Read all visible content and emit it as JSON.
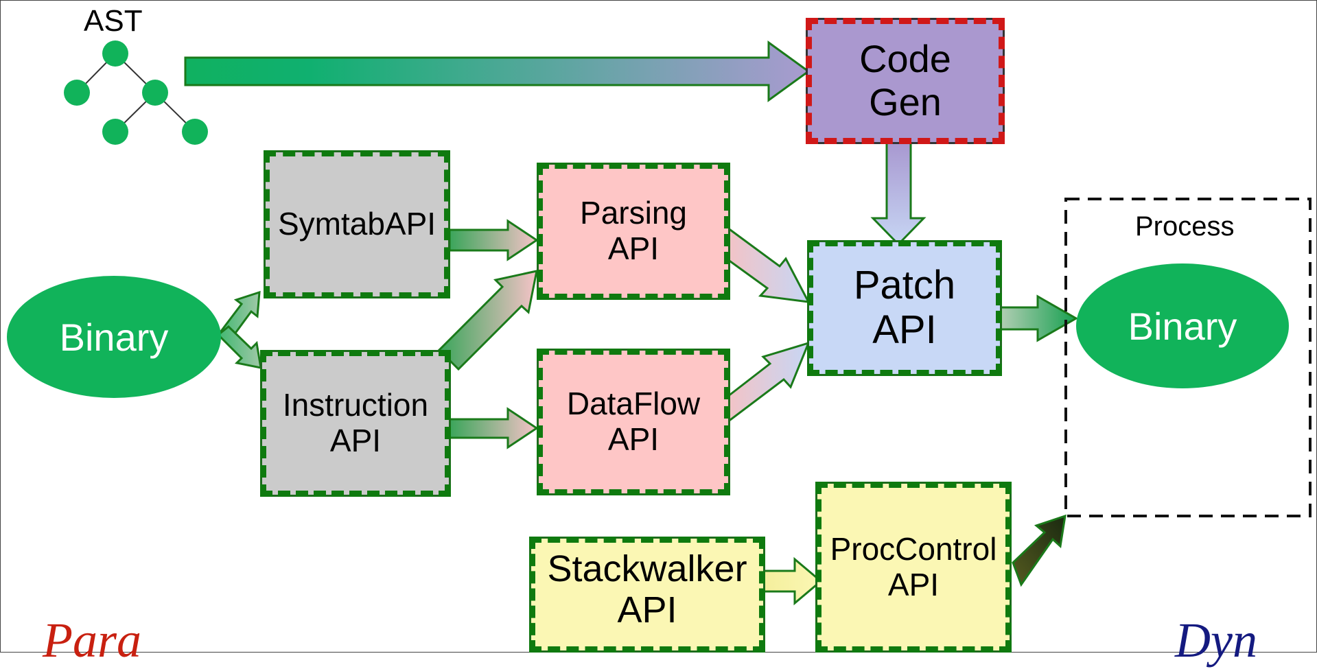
{
  "ast": {
    "label": "AST"
  },
  "nodes": {
    "symtab": "SymtabAPI",
    "instruction": [
      "Instruction",
      "API"
    ],
    "parsing": [
      "Parsing",
      "API"
    ],
    "dataflow": [
      "DataFlow",
      "API"
    ],
    "codegen": [
      "Code",
      "Gen"
    ],
    "patch": [
      "Patch",
      "API"
    ],
    "stackwalker": [
      "Stackwalker",
      "API"
    ],
    "proccontrol": [
      "ProcControl",
      "API"
    ]
  },
  "binary_left": "Binary",
  "process": {
    "label": "Process",
    "binary": "Binary"
  },
  "corner_left": "Para",
  "corner_right": "Dyn",
  "colors": {
    "node_outline": "#0f7a0f",
    "codegen_outline": "#d01818",
    "binary_fill": "#11b35a",
    "gray": "#cbcbcb",
    "pink": "#fec6c6",
    "blue": "#c8d8f6",
    "yellow": "#fbf7b4",
    "purple": "#aa98cf"
  }
}
